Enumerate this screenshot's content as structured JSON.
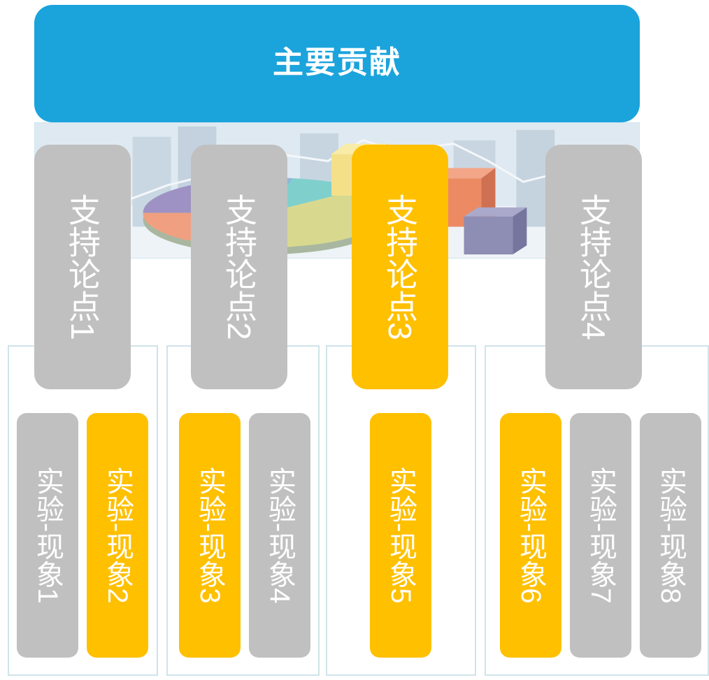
{
  "header": {
    "title": "主要贡献"
  },
  "supports": [
    {
      "label": "支持论点1",
      "color": "#bfbfbf"
    },
    {
      "label": "支持论点2",
      "color": "#bfbfbf"
    },
    {
      "label": "支持论点3",
      "color": "#ffc000"
    },
    {
      "label": "支持论点4",
      "color": "#bfbfbf"
    }
  ],
  "experiments": [
    {
      "label": "实验-现象1",
      "color": "#bfbfbf"
    },
    {
      "label": "实验-现象2",
      "color": "#ffc000"
    },
    {
      "label": "实验-现象3",
      "color": "#ffc000"
    },
    {
      "label": "实验-现象4",
      "color": "#bfbfbf"
    },
    {
      "label": "实验-现象5",
      "color": "#ffc000"
    },
    {
      "label": "实验-现象6",
      "color": "#ffc000"
    },
    {
      "label": "实验-现象7",
      "color": "#bfbfbf"
    },
    {
      "label": "实验-现象8",
      "color": "#bfbfbf"
    }
  ],
  "colors": {
    "header": "#1ba3dc",
    "highlight": "#ffc000",
    "neutral": "#bfbfbf"
  }
}
